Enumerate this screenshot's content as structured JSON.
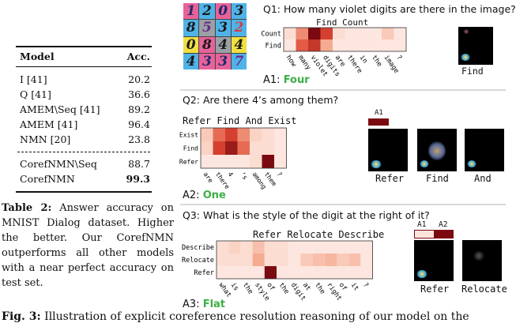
{
  "table": {
    "header_model": "Model",
    "header_acc": "Acc.",
    "rows": [
      {
        "model": "I [41]",
        "acc": "20.2"
      },
      {
        "model": "Q [41]",
        "acc": "36.6"
      },
      {
        "model": "AMEM\\Seq [41]",
        "acc": "89.2"
      },
      {
        "model": "AMEM [41]",
        "acc": "96.4"
      },
      {
        "model": "NMN [20]",
        "acc": "23.8"
      },
      {
        "model": "CorefNMN\\Seq",
        "acc": "88.7"
      },
      {
        "model": "CorefNMN",
        "acc": "99.3"
      }
    ],
    "caption_label": "Table 2:",
    "caption_text": "Answer accuracy on MNIST Dialog dataset. Higher the better. Our CorefNMN outperforms all other models with a near perfect accuracy on test set."
  },
  "digit_grid": {
    "cells": [
      {
        "digit": "1",
        "bg": "#e8629a",
        "fg": "#2a2a6a"
      },
      {
        "digit": "2",
        "bg": "#4fb3e8",
        "fg": "#1a1a1a"
      },
      {
        "digit": "0",
        "bg": "#e8629a",
        "fg": "#1a2a6a"
      },
      {
        "digit": "3",
        "bg": "#4fb3e8",
        "fg": "#1a1a1a"
      },
      {
        "digit": "8",
        "bg": "#4fb3e8",
        "fg": "#1a1a1a"
      },
      {
        "digit": "5",
        "bg": "#9aa0a6",
        "fg": "#6a2a8a"
      },
      {
        "digit": "3",
        "bg": "#4fb3e8",
        "fg": "#1a1a1a"
      },
      {
        "digit": "2",
        "bg": "#4fb3e8",
        "fg": "#d04040"
      },
      {
        "digit": "0",
        "bg": "#f0e040",
        "fg": "#1a1a1a"
      },
      {
        "digit": "8",
        "bg": "#e8629a",
        "fg": "#1a1a1a"
      },
      {
        "digit": "4",
        "bg": "#9aa0a6",
        "fg": "#1a1a1a"
      },
      {
        "digit": "4",
        "bg": "#f0e040",
        "fg": "#1a1a1a"
      },
      {
        "digit": "4",
        "bg": "#4fb3e8",
        "fg": "#1a1a1a"
      },
      {
        "digit": "3",
        "bg": "#e8629a",
        "fg": "#1a2a6a"
      },
      {
        "digit": "3",
        "bg": "#e8629a",
        "fg": "#1a2a6a"
      },
      {
        "digit": "7",
        "bg": "#4fb3e8",
        "fg": "#6a2a8a"
      }
    ]
  },
  "q1": {
    "question": "Q1: How many violet digits are there in the image?",
    "program": "Find Count",
    "answer_label": "A1:",
    "answer_value": "Four",
    "module": "Find",
    "rows": [
      "Count",
      "Find"
    ],
    "words": [
      "how",
      "many",
      "violet",
      "digits",
      "are",
      "there",
      "in",
      "the",
      "image",
      "?"
    ],
    "weights": [
      [
        0.1,
        0.45,
        1.0,
        0.7,
        0.1,
        0.05,
        0.05,
        0.05,
        0.2,
        0.05
      ],
      [
        0.05,
        0.6,
        0.75,
        0.35,
        0.05,
        0.05,
        0.05,
        0.05,
        0.05,
        0.05
      ]
    ]
  },
  "q2": {
    "question": "Q2: Are there 4’s among them?",
    "program": "Refer Find And Exist",
    "answer_label": "A2:",
    "answer_value": "One",
    "ref_label": "A1",
    "modules": [
      "Refer",
      "Find",
      "And"
    ],
    "rows": [
      "Exist",
      "Find",
      "Refer"
    ],
    "words": [
      "are",
      "there",
      "4",
      "’s",
      "among",
      "them",
      "?"
    ],
    "weights": [
      [
        0.2,
        0.55,
        0.7,
        0.45,
        0.15,
        0.1,
        0.05
      ],
      [
        0.15,
        0.7,
        0.9,
        0.55,
        0.1,
        0.1,
        0.05
      ],
      [
        0.05,
        0.05,
        0.05,
        0.05,
        0.1,
        1.0,
        0.05
      ]
    ]
  },
  "q3": {
    "question": "Q3: What is the style of the digit at the right of it?",
    "program": "Refer Relocate Describe",
    "answer_label": "A3:",
    "answer_value": "Flat",
    "ref_labels": [
      "A1",
      "A2"
    ],
    "modules": [
      "Refer",
      "Relocate"
    ],
    "rows": [
      "Describe",
      "Relocate",
      "Refer"
    ],
    "words": [
      "what",
      "is",
      "the",
      "style",
      "of",
      "the",
      "digit",
      "at",
      "the",
      "right",
      "of",
      "it",
      "?"
    ],
    "weights": [
      [
        0.1,
        0.15,
        0.1,
        0.25,
        0.1,
        0.1,
        0.05,
        0.05,
        0.05,
        0.05,
        0.05,
        0.05,
        0.05
      ],
      [
        0.1,
        0.1,
        0.1,
        0.35,
        0.1,
        0.1,
        0.05,
        0.2,
        0.25,
        0.3,
        0.2,
        0.25,
        0.05
      ],
      [
        0.05,
        0.05,
        0.05,
        0.05,
        1.0,
        0.05,
        0.05,
        0.05,
        0.05,
        0.05,
        0.05,
        0.05,
        0.05
      ]
    ]
  },
  "figure_caption": {
    "label": "Fig. 3:",
    "text": "Illustration of explicit coreference resolution reasoning of our model on the"
  },
  "colors": {
    "heat_low": "#fdf0ec",
    "heat_high": "#7a0a10",
    "answer_green": "#3cb043",
    "ref_bar": "#7a0a10"
  }
}
